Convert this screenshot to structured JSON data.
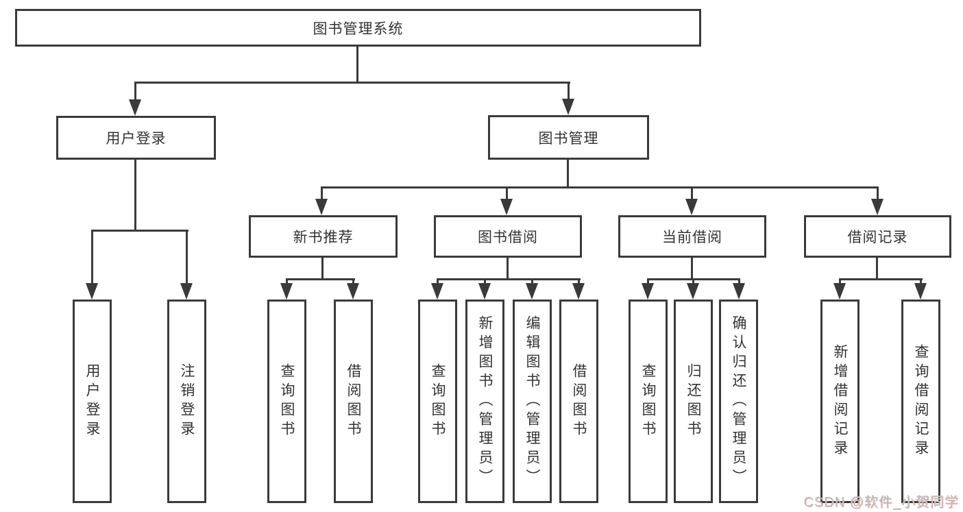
{
  "tree": {
    "root": "图书管理系统",
    "branches": [
      {
        "label": "用户登录",
        "children": [
          "用户登录",
          "注销登录"
        ]
      },
      {
        "label": "图书管理",
        "children": [
          {
            "label": "新书推荐",
            "children": [
              "查询图书",
              "借阅图书"
            ]
          },
          {
            "label": "图书借阅",
            "children": [
              "查询图书",
              "新增图书（管理员）",
              "编辑图书（管理员）",
              "借阅图书"
            ]
          },
          {
            "label": "当前借阅",
            "children": [
              "查询图书",
              "归还图书",
              "确认归还（管理员）"
            ]
          },
          {
            "label": "借阅记录",
            "children": [
              "新增借阅记录",
              "查询借阅记录"
            ]
          }
        ]
      }
    ]
  },
  "watermark": "CSDN @软件_小贺同学",
  "colors": {
    "line": "#3a3a3a",
    "text": "#333333",
    "background": "#ffffff",
    "watermark_text": "#bdbdbd",
    "watermark_shadow": "#e5b4b0"
  }
}
